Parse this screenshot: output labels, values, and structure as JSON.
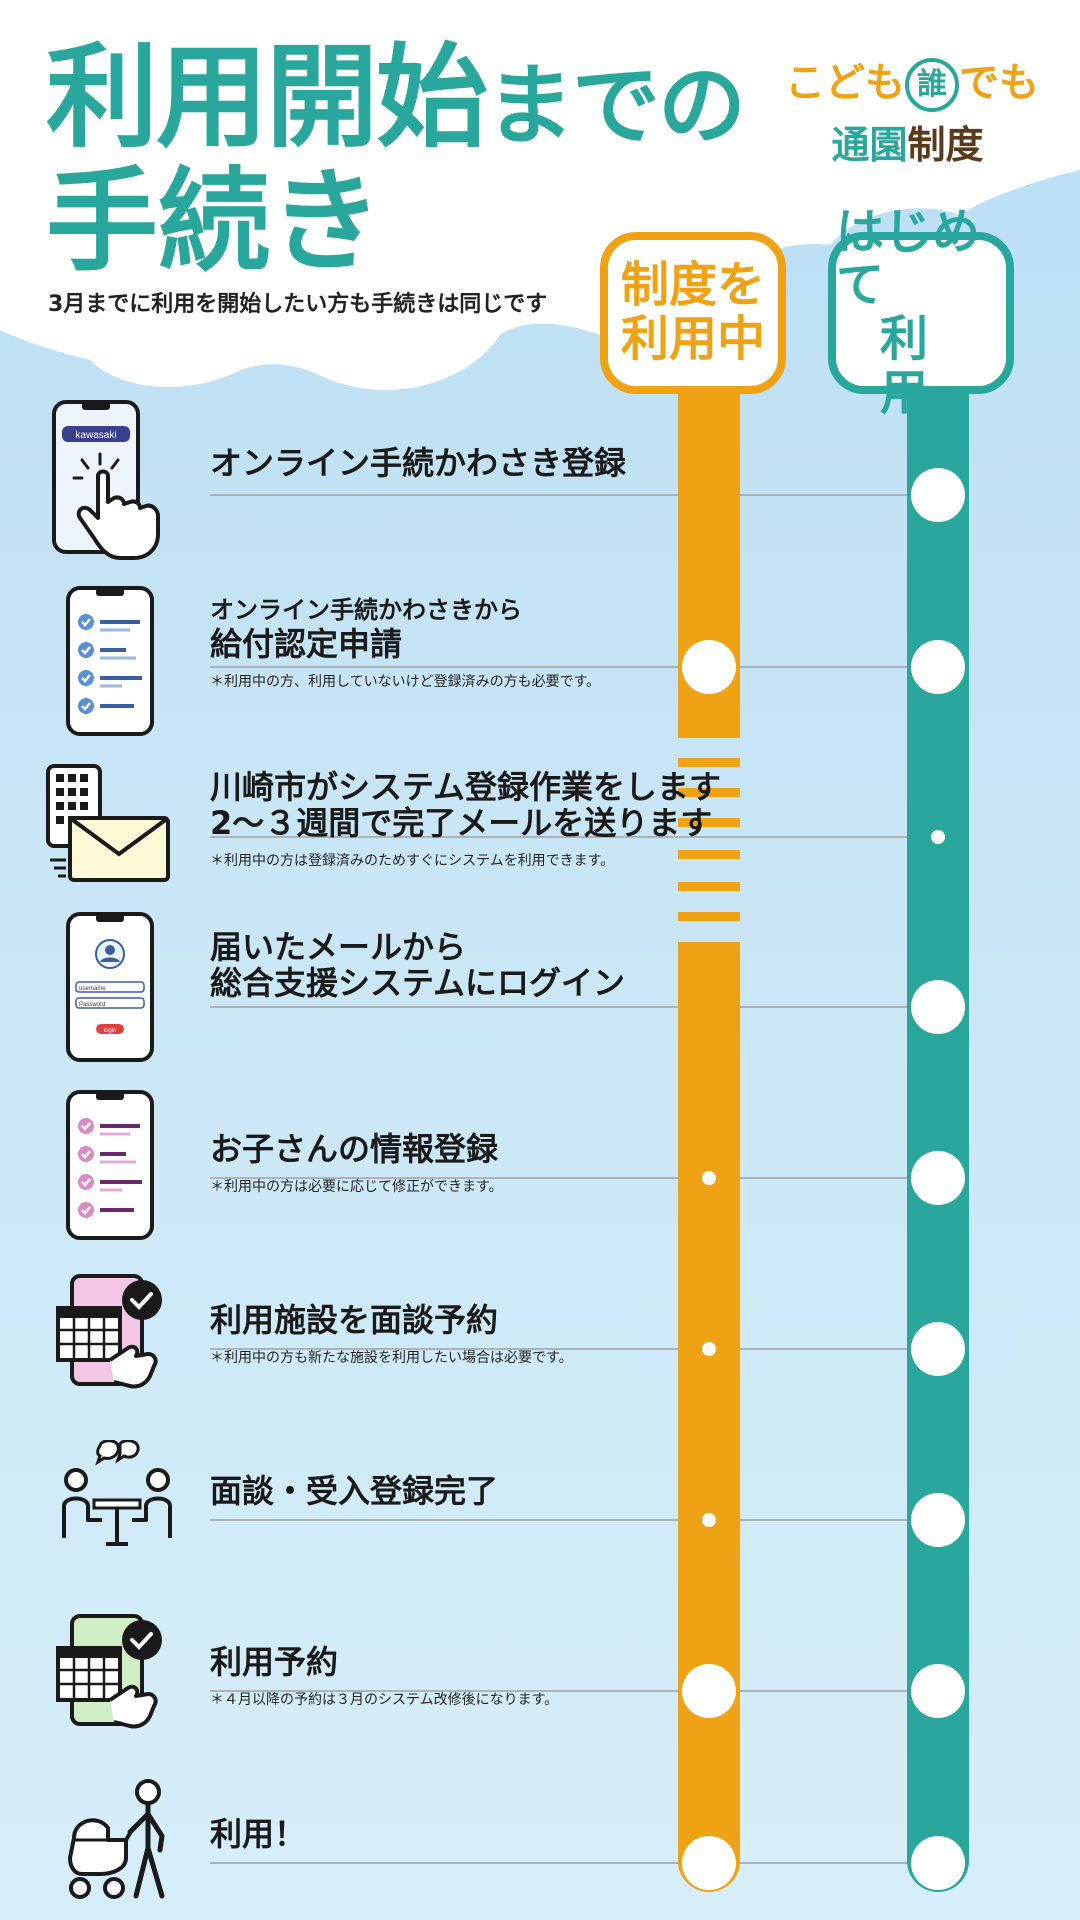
{
  "header": {
    "title_part1": "利用開始",
    "title_part2": "までの",
    "title_line2": "手続き",
    "subtitle": "3月までに利用を開始したい方も手続きは同じです"
  },
  "logo": {
    "top_left": "こども",
    "top_circle": "誰",
    "top_right": "でも",
    "bottom_teal": "通園",
    "bottom_brown": "制度"
  },
  "columns": {
    "current": {
      "line1": "制度を",
      "line2": "利用中"
    },
    "first": {
      "line1": "はじめて",
      "line2": "利用"
    }
  },
  "phone_app_label": "kawasaki",
  "login_form": {
    "username": "username",
    "password": "Password",
    "button": "login"
  },
  "steps": [
    {
      "main": "オンライン手続かわさき登録",
      "small": "",
      "note": ""
    },
    {
      "main": "給付認定申請",
      "small": "オンライン手続かわさきから",
      "note": "＊利用中の方、利用していないけど登録済みの方も必要です。"
    },
    {
      "main": "川崎市がシステム登録作業をします\n2～３週間で完了メールを送ります",
      "small": "",
      "note": "＊利用中の方は登録済みのためすぐにシステムを利用できます。"
    },
    {
      "main": "届いたメールから\n総合支援システムにログイン",
      "small": "",
      "note": ""
    },
    {
      "main": "お子さんの情報登録",
      "small": "",
      "note": "＊利用中の方は必要に応じて修正ができます。"
    },
    {
      "main": "利用施設を面談予約",
      "small": "",
      "note": "＊利用中の方も新たな施設を利用したい場合は必要です。"
    },
    {
      "main": "面談・受入登録完了",
      "small": "",
      "note": ""
    },
    {
      "main": "利用予約",
      "small": "",
      "note": "＊４月以降の予約は３月のシステム改修後になります。"
    },
    {
      "main": "利用！",
      "small": "",
      "note": ""
    }
  ],
  "colors": {
    "teal": "#2aa79d",
    "orange": "#f0a215",
    "brown": "#5a3a1d",
    "sky": "#c9e6f6"
  }
}
